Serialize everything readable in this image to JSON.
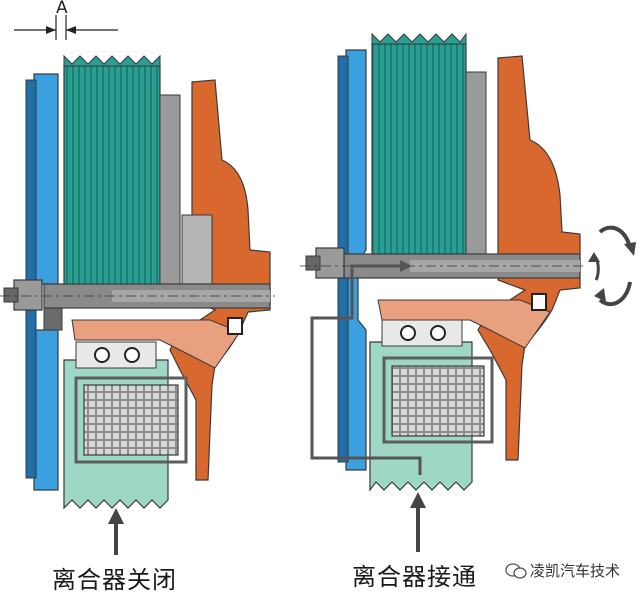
{
  "dimension_label": "A",
  "captions": {
    "left": "离合器关闭",
    "right": "离合器接通"
  },
  "watermark": "凌凯汽车技术",
  "colors": {
    "pulley_teal": "#2aa095",
    "pulley_light": "#9fd7c6",
    "rotor_orange": "#d9682f",
    "housing_salmon": "#e9a07f",
    "plate_blue": "#3aa0e0",
    "shaft_gray": "#8a8a8a",
    "coil_gray": "#6d6d6d",
    "outline": "#3a3a3a"
  }
}
